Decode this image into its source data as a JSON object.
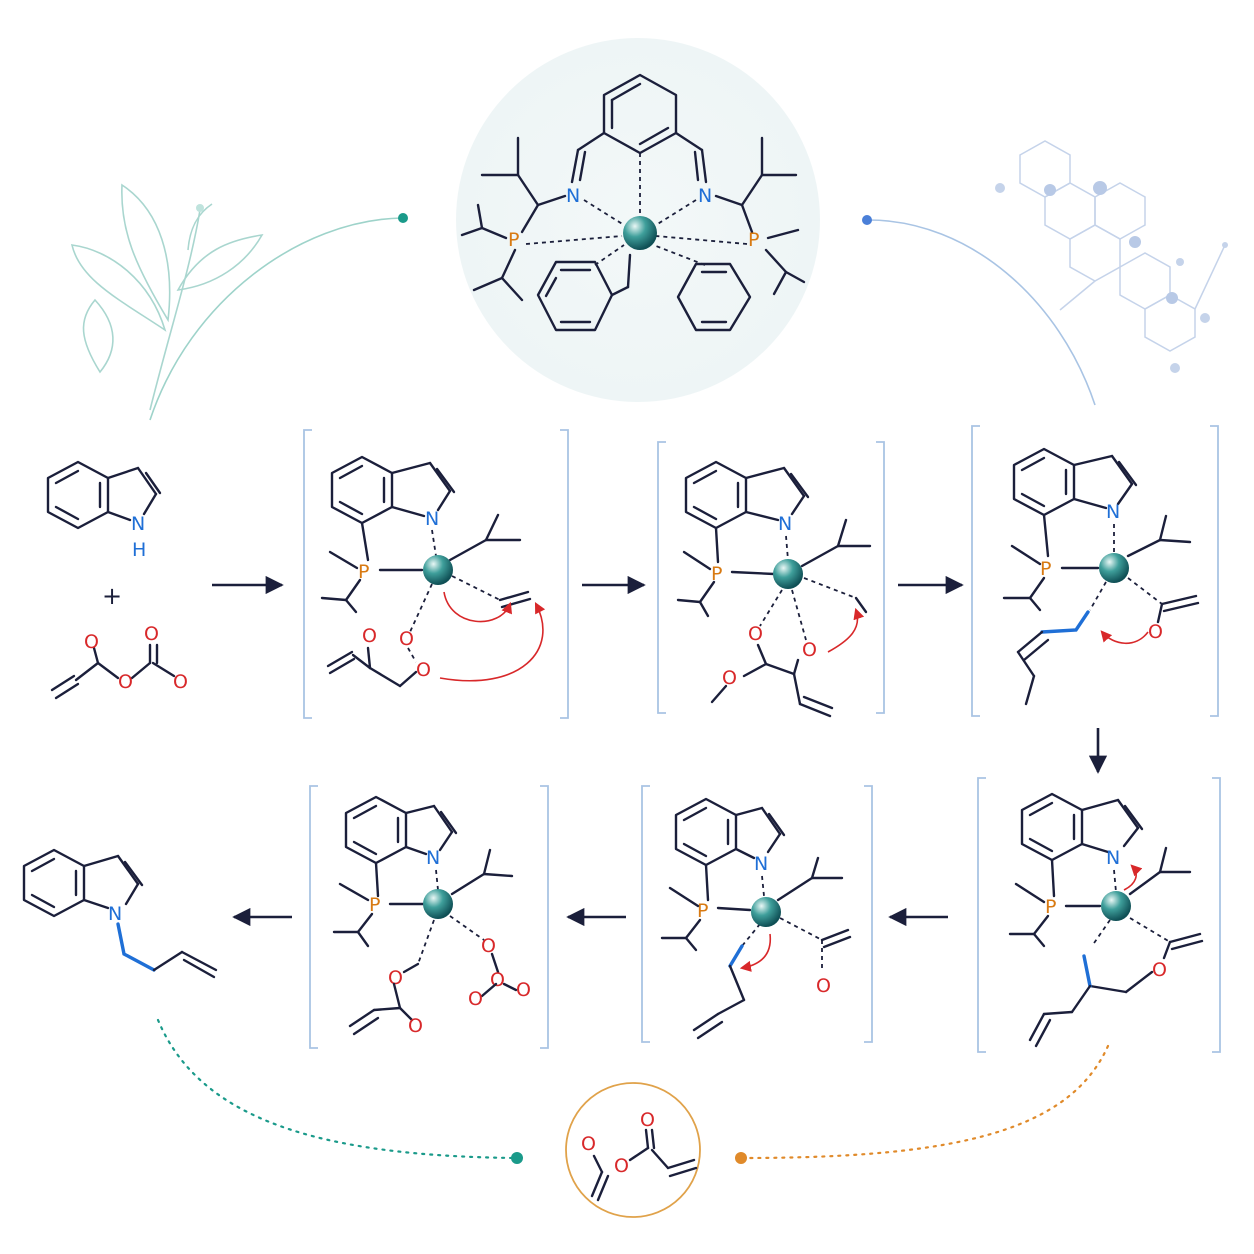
{
  "colors": {
    "bond": "#1b1f3b",
    "nitrogen": "#1f6fd6",
    "phosphorus": "#d87a12",
    "oxygen": "#d8282a",
    "metal": "#2f8f8c",
    "bracket": "#a9c4e4",
    "teal_accent": "#1a9a8a",
    "orange_accent": "#e08a2a"
  },
  "icons": [
    "leaf-sprig-icon",
    "hexagon-network-icon",
    "metal-sphere-icon"
  ],
  "labels": {
    "nitrogen": "N",
    "hydrogen": "H",
    "phosphorus": "P",
    "oxygen": "O",
    "plus": "+"
  }
}
